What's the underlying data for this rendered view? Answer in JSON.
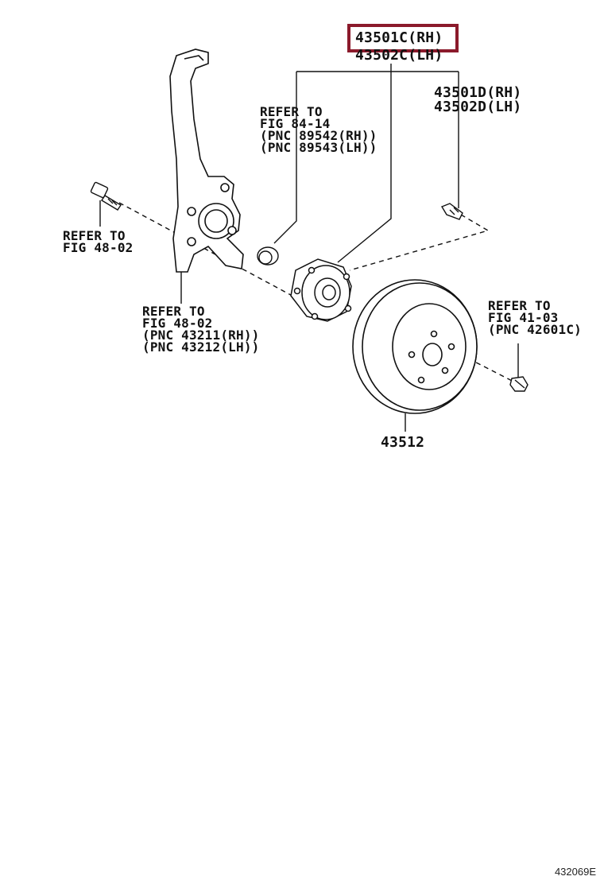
{
  "highlight_color": "#8b1a2b",
  "parts": {
    "hub_main_rh": "43501C(RH)",
    "hub_main_lh": "43502C(LH)",
    "hub_alt_rh": "43501D(RH)",
    "hub_alt_lh": "43502D(LH)",
    "rotor": "43512"
  },
  "refs": {
    "sensor": [
      "REFER TO",
      "FIG 84-14",
      "(PNC 89542(RH))",
      "(PNC 89543(LH))"
    ],
    "bolt": [
      "REFER TO",
      "FIG 48-02"
    ],
    "knuckle": [
      "REFER TO",
      "FIG 48-02",
      "(PNC 43211(RH))",
      "(PNC 43212(LH))"
    ],
    "nut": [
      "REFER TO",
      "FIG 41-03",
      "(PNC 42601C)"
    ]
  },
  "figure_id": "432069E"
}
